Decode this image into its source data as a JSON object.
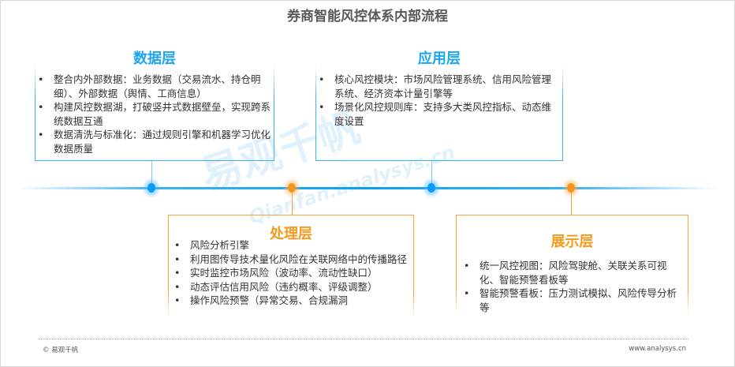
{
  "title": "券商智能风控体系内部流程",
  "watermark": {
    "cn": "易观千帆",
    "en": "Qianfan.analysys.cn"
  },
  "layers": {
    "data": {
      "heading": "数据层",
      "items": [
        "整合内外部数据：业务数据（交易流水、持仓明细）、外部数据（舆情、工商信息）",
        "构建风控数据湖，打破竖井式数据壁垒，实现跨系统数据互通",
        "数据清洗与标准化：通过规则引擎和机器学习优化数据质量"
      ]
    },
    "application": {
      "heading": "应用层",
      "items": [
        "核心风控模块：市场风险管理系统、信用风险管理系统、经济资本计量引擎等",
        "场景化风控规则库：支持多大类风控指标、动态维度设置"
      ]
    },
    "processing": {
      "heading": "处理层",
      "items": [
        "风险分析引擎",
        "利用图传导技术量化风险在关联网络中的传播路径",
        "实时监控市场风险（波动率、流动性缺口）",
        "动态评估信用风险（违约概率、评级调整）",
        "操作风险预警（异常交易、合规漏洞"
      ]
    },
    "display": {
      "heading": "展示层",
      "items": [
        "统一风控视图：风险驾驶舱、关联关系可视化、智能预警看板等",
        "智能预警看板：压力测试模拟、风险传导分析等"
      ]
    }
  },
  "colors": {
    "blue": "#1aa6f0",
    "orange": "#f59a1b"
  },
  "footer": {
    "left": "© 易观千帆",
    "right": "www.analysys.cn"
  }
}
